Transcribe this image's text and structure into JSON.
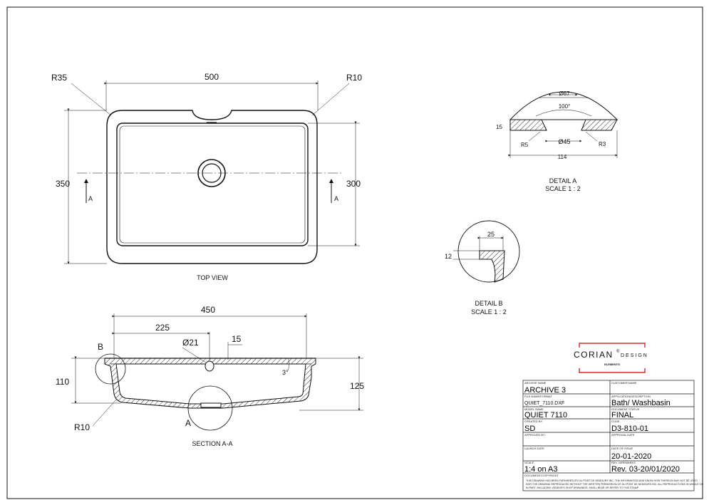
{
  "top_view": {
    "title": "TOP VIEW",
    "dim_width": "500",
    "dim_height": "350",
    "dim_inner_height": "300",
    "radius_left": "R35",
    "radius_right": "R10",
    "section_marker": "A"
  },
  "section": {
    "title": "SECTION A-A",
    "dim_450": "450",
    "dim_225": "225",
    "dim_dia": "Ø21",
    "dim_15": "15",
    "dim_110": "110",
    "dim_125": "125",
    "dim_r10": "R10",
    "angle": "3°",
    "detail_a_marker": "A",
    "detail_b_marker": "B"
  },
  "detail_a": {
    "title": "DETAIL A",
    "scale": "SCALE 1 : 2",
    "dia67": "Ø67",
    "angle100": "100°",
    "dim15": "15",
    "dia45": "Ø45",
    "r5": "R5",
    "r3": "R3",
    "dim114": "114"
  },
  "detail_b": {
    "title": "DETAIL B",
    "scale": "SCALE 1 : 2",
    "dim25": "25",
    "dim12": "12"
  },
  "logo": {
    "brand": "CORIAN",
    "reg": "®",
    "design": "DESIGN",
    "sub": "ELEMENTS"
  },
  "title_block": {
    "archive_lbl": "ARCHIVE NAME",
    "archive": "ARCHIVE 3",
    "customer_lbl": "CUSTOMER NAME",
    "filename_lbl": "FILE NAME/FORMAT",
    "filename": "QUIET_7110.DXF",
    "application_lbl": "APPLICATION/DESCRIPTION",
    "application": "Bath/ Washbasin",
    "model_lbl": "MODEL NAME",
    "model": "QUIET 7110",
    "status_lbl": "DOCUMENT STATUS",
    "status": "FINAL",
    "created_lbl": "CREATED BY",
    "created": "SD",
    "code_lbl": "CODE",
    "code": "D3-810-01",
    "approved_lbl": "APPROVED BY",
    "approval_date_lbl": "APPROVAL DATE",
    "launch_lbl": "LAUNCH DATE",
    "issue_lbl": "DATE OF ISSUE",
    "issue": "20-01-2020",
    "scale_lbl": "SCALE",
    "scale": "1:4 on A3",
    "rev_lbl": "REV. N/REMARKS",
    "rev": "Rev. 03-20/01/2020",
    "copyright_lbl": "DOCUMENT/COPYRIGHT",
    "copyright1": "THIS DRAWING HAS BEEN FURNISHED BY DU PONT DE NEMOURS INC. THE INFORMATION AND KNOW-HOW THEREON MAY NOT BE USED",
    "copyright2": "NOR THE DRAWING REPRODUCED WITHOUT THE WRITTEN PERMISSION OF DU PONT DE NEMOURS INC. ALL REPRODUCTIONS IN WHOLE OR",
    "copyright3": "IN PART, INCLUDING VENDOR'S SHOP DRAWINGS, SHALL BEAR OR REFER TO THIS STAMP."
  }
}
